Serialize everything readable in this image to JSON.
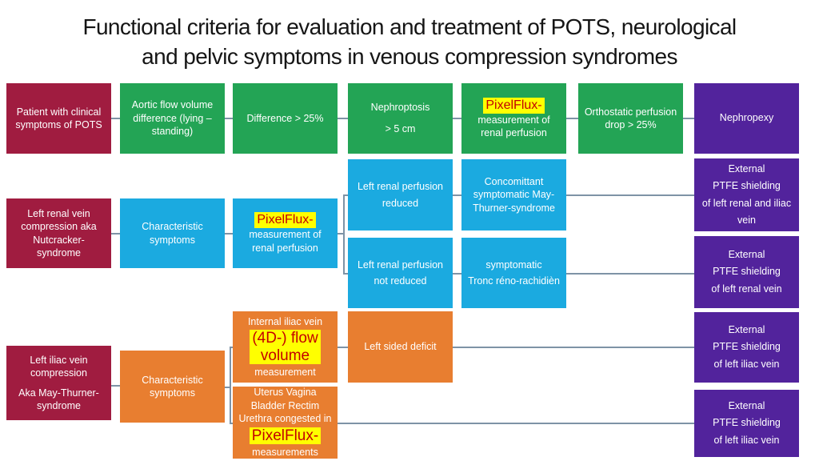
{
  "title": "Functional criteria for evaluation and treatment of POTS, neurological\nand pelvic symptoms in venous compression syndromes",
  "colors": {
    "crimson": "#A01C40",
    "green": "#23A455",
    "blue": "#1BAAE0",
    "orange": "#E87E30",
    "purple": "#52239C",
    "highlight_bg": "#FFFF00",
    "highlight_text": "#C30000",
    "connector": "#7E93A6"
  },
  "flow": {
    "row1": {
      "patient": "Patient with clinical\nsymptoms of POTS",
      "aortic": "Aortic flow volume\ndifference (lying –\nstanding)",
      "difference": "Difference > 25%",
      "nephroptosis": "Nephroptosis\n> 5 cm",
      "pixelflux": {
        "hl": "PixelFlux-",
        "rest": "measurement of\nrenal perfusion"
      },
      "orthostatic": "Orthostatic perfusion\ndrop > 25%",
      "nephropexy": "Nephropexy"
    },
    "row2": {
      "nutcracker": "Left renal vein\ncompression aka\nNutcracker-\nsyndrome",
      "characteristic": "Characteristic\nsymptoms",
      "pixelflux": {
        "hl": "PixelFlux-",
        "rest": "measurement of\nrenal perfusion"
      },
      "perfusion_reduced": "Left renal perfusion\nreduced",
      "concomittant": "Concomittant\nsymptomatic May-\nThurner-syndrome",
      "shield_renal_iliac": "External\nPTFE shielding\nof left renal and iliac\nvein",
      "perfusion_not_reduced": "Left renal perfusion\nnot reduced",
      "tronc": "symptomatic\nTronc réno-rachidièn",
      "shield_renal": "External\nPTFE shielding\nof left renal vein"
    },
    "row3": {
      "may_thurner": {
        "p1": "Left iliac vein\ncompression",
        "p2": "Aka May-Thurner-\nsyndrome"
      },
      "characteristic": "Characteristic\nsymptoms",
      "internal_iliac": {
        "pre": "Internal iliac vein",
        "hl": "(4D-) flow\nvolume",
        "post": "measurement"
      },
      "deficit": "Left sided deficit",
      "uterus": {
        "pre": "Uterus Vagina\nBladder Rectim\nUrethra congested in",
        "hl": "PixelFlux-",
        "post": "measurements"
      },
      "shield_iliac_top": "External\nPTFE shielding\nof left iliac vein",
      "shield_iliac_bottom": "External\nPTFE shielding\nof left iliac vein"
    }
  }
}
